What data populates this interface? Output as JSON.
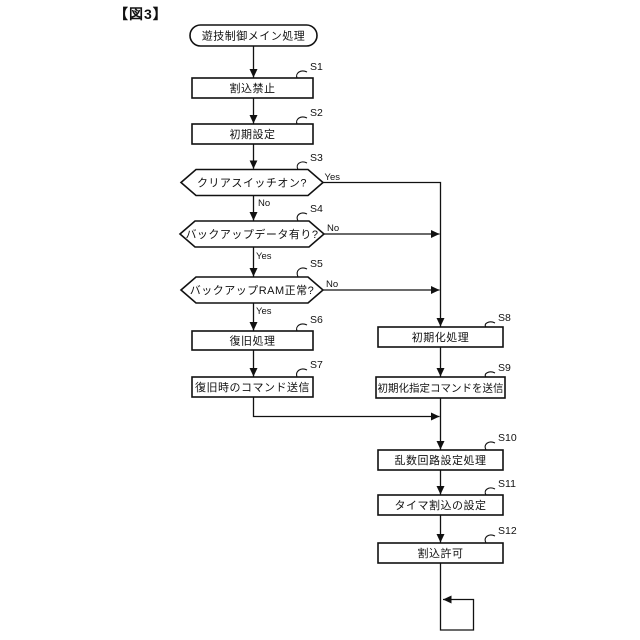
{
  "figure_title": "【図3】",
  "flowchart": {
    "start_label": "遊技制御メイン処理",
    "steps": [
      {
        "id": "S1",
        "label": "割込禁止",
        "type": "process"
      },
      {
        "id": "S2",
        "label": "初期設定",
        "type": "process"
      },
      {
        "id": "S3",
        "label": "クリアスイッチオン?",
        "type": "decision",
        "right_branch": "Yes",
        "down_branch": "No"
      },
      {
        "id": "S4",
        "label": "バックアップデータ有り?",
        "type": "decision",
        "right_branch": "No",
        "down_branch": "Yes"
      },
      {
        "id": "S5",
        "label": "バックアップRAM正常?",
        "type": "decision",
        "right_branch": "No",
        "down_branch": "Yes"
      },
      {
        "id": "S6",
        "label": "復旧処理",
        "type": "process"
      },
      {
        "id": "S7",
        "label": "復旧時のコマンド送信",
        "type": "process"
      },
      {
        "id": "S8",
        "label": "初期化処理",
        "type": "process"
      },
      {
        "id": "S9",
        "label": "初期化指定コマンドを送信",
        "type": "process"
      },
      {
        "id": "S10",
        "label": "乱数回路設定処理",
        "type": "process"
      },
      {
        "id": "S11",
        "label": "タイマ割込の設定",
        "type": "process"
      },
      {
        "id": "S12",
        "label": "割込許可",
        "type": "process"
      }
    ]
  },
  "colors": {
    "ink": "#111111",
    "background": "#ffffff"
  }
}
